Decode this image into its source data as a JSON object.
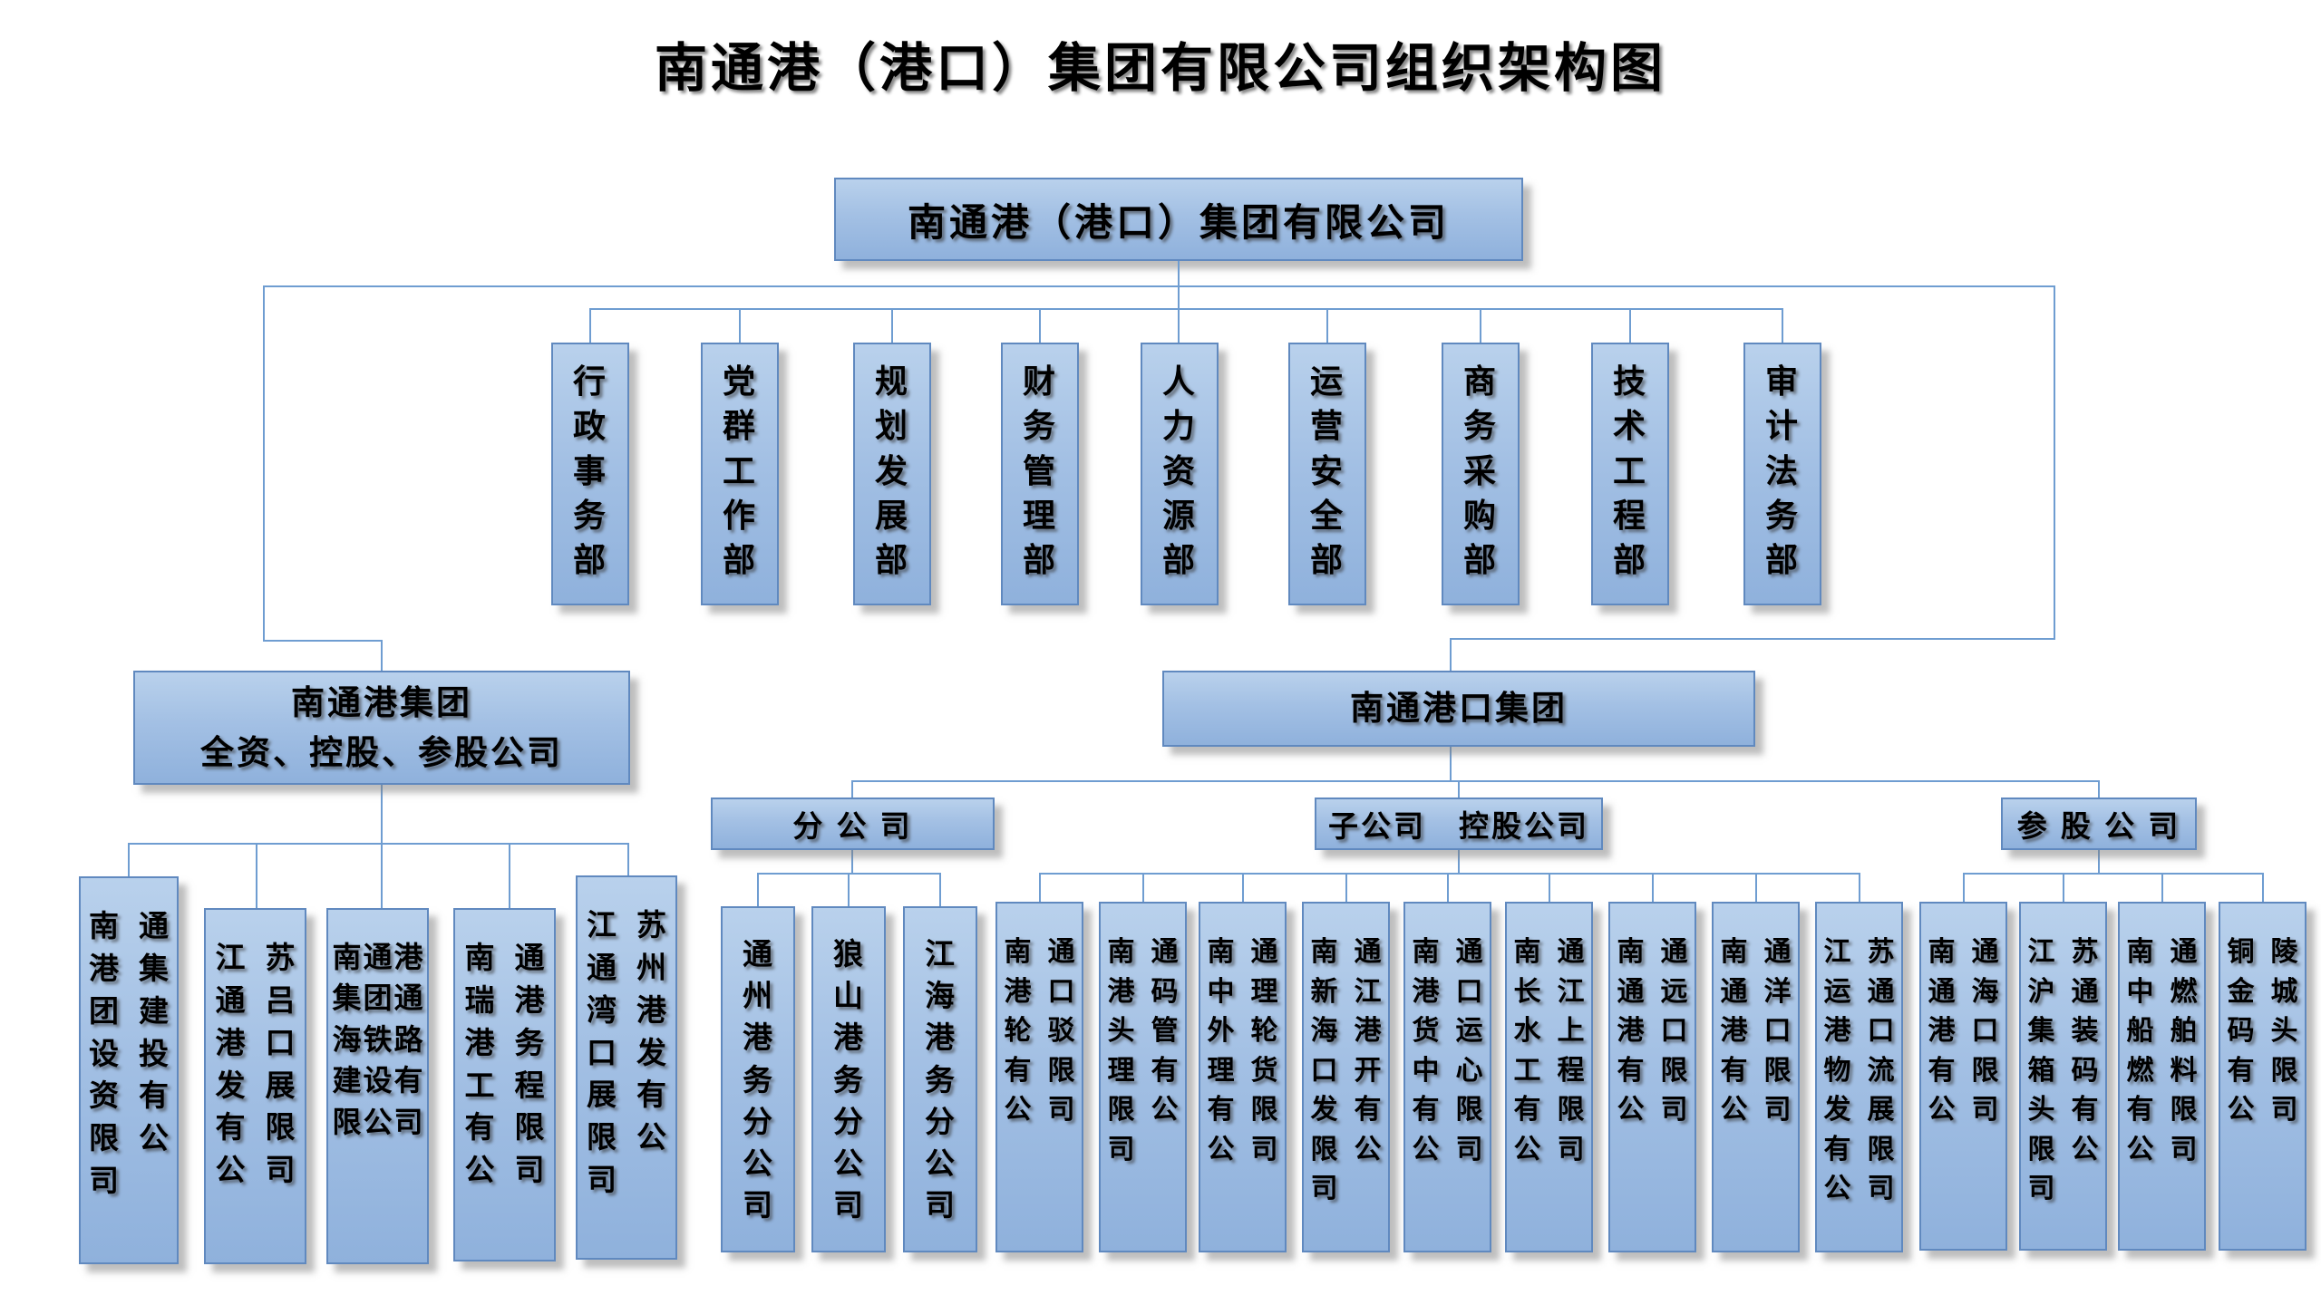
{
  "title": "南通港（港口）集团有限公司组织架构图",
  "root": {
    "label": "南通港（港口）集团有限公司"
  },
  "departments": [
    {
      "label": "行政事务部"
    },
    {
      "label": "党群工作部"
    },
    {
      "label": "规划发展部"
    },
    {
      "label": "财务管理部"
    },
    {
      "label": "人力资源部"
    },
    {
      "label": "运营安全部"
    },
    {
      "label": "商务采购部"
    },
    {
      "label": "技术工程部"
    },
    {
      "label": "审计法务部"
    }
  ],
  "left_group": {
    "line1": "南通港集团",
    "line2": "全资、控股、参股公司",
    "children": [
      {
        "label": "南通港集团建设投资有限公司"
      },
      {
        "label": "江苏通吕港口发展有限公司"
      },
      {
        "label": "南通港集团通海铁路建设有限公司"
      },
      {
        "label": "南通瑞港港务工程有限公司"
      },
      {
        "label": "江苏通州湾港口发展有限公司"
      }
    ]
  },
  "right_group": {
    "label": "南通港口集团",
    "categories": [
      {
        "label": "分 公 司",
        "children": [
          {
            "label": "通州港务分公司"
          },
          {
            "label": "狼山港务分公司"
          },
          {
            "label": "江海港务分公司"
          }
        ]
      },
      {
        "label": "子公司　控股公司",
        "children": [
          {
            "label": "南通港口轮驳有限公司"
          },
          {
            "label": "南通港码头管理有限公司"
          },
          {
            "label": "南通中理外轮理货有限公司"
          },
          {
            "label": "南通新江海港口开发有限公司"
          },
          {
            "label": "南通港口货运中心有限公司"
          },
          {
            "label": "南通长江水上工程有限公司"
          },
          {
            "label": "南通通远港口有限公司"
          },
          {
            "label": "南通通洋港口有限公司"
          },
          {
            "label": "江苏运通港口物流发展有限公司"
          }
        ]
      },
      {
        "label": "参 股 公 司",
        "children": [
          {
            "label": "南通通海港口有限公司"
          },
          {
            "label": "江苏沪通集装箱码头有限公司"
          },
          {
            "label": "南通中燃船舶燃料有限公司"
          },
          {
            "label": "铜陵金城码头有限公司"
          }
        ]
      }
    ]
  },
  "colors": {
    "box_fill_top": "#b9d1ec",
    "box_fill_bottom": "#8fb1dc",
    "box_border": "#6089bf",
    "connector": "#6f9dd1",
    "text": "#000000",
    "background": "#ffffff"
  }
}
